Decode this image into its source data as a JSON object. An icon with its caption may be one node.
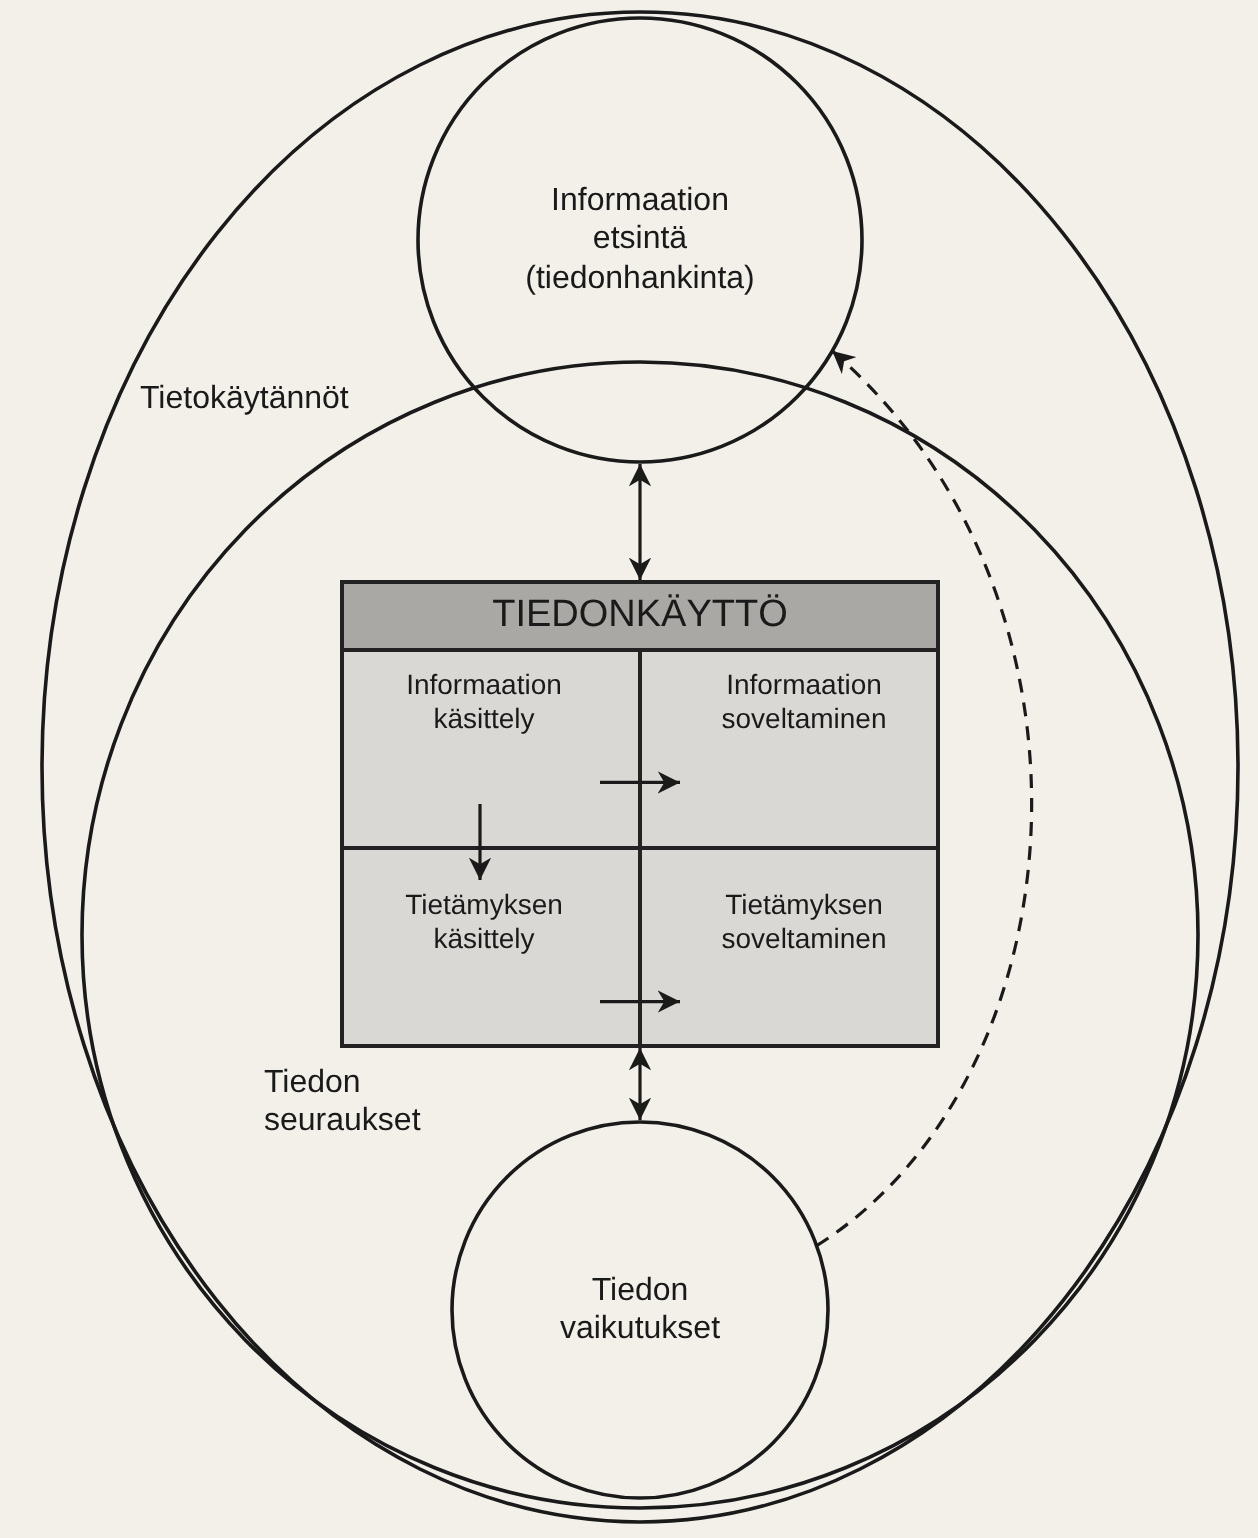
{
  "diagram": {
    "nodes": [
      {
        "text": [
          "Tietokäytännöt"
        ]
      },
      {
        "text": [
          "Informaation etsintä (tiedonhankinta)"
        ],
        "in": 0
      },
      {
        "text": [
          "Tiedon seuraukset"
        ],
        "in": 0
      },
      {
        "text": [
          "TIEDONKÄYTTÖ"
        ],
        "in": 2
      },
      {
        "text": [
          "Informaation käsittely"
        ],
        "in": 3
      },
      {
        "text": [
          "Informaation soveltaminen"
        ],
        "in": 3
      },
      {
        "text": [
          "Tietämyksen käsittely"
        ],
        "in": 3
      },
      {
        "text": [
          "Tietämyksen soveltaminen"
        ],
        "in": 3
      },
      {
        "text": [
          "Tiedon vaikutukset"
        ],
        "in": 2
      }
    ],
    "edges": [
      {
        "from": 1,
        "to": 3,
        "arrow": "both"
      },
      {
        "from": 4,
        "to": 6,
        "arrow": "to"
      },
      {
        "from": 4,
        "to": 5,
        "arrow": "to"
      },
      {
        "from": 6,
        "to": 7,
        "arrow": "to"
      },
      {
        "from": 3,
        "to": 8,
        "arrow": "both"
      },
      {
        "from": 8,
        "to": 1,
        "arrow": "to",
        "style": "dashed"
      }
    ]
  }
}
